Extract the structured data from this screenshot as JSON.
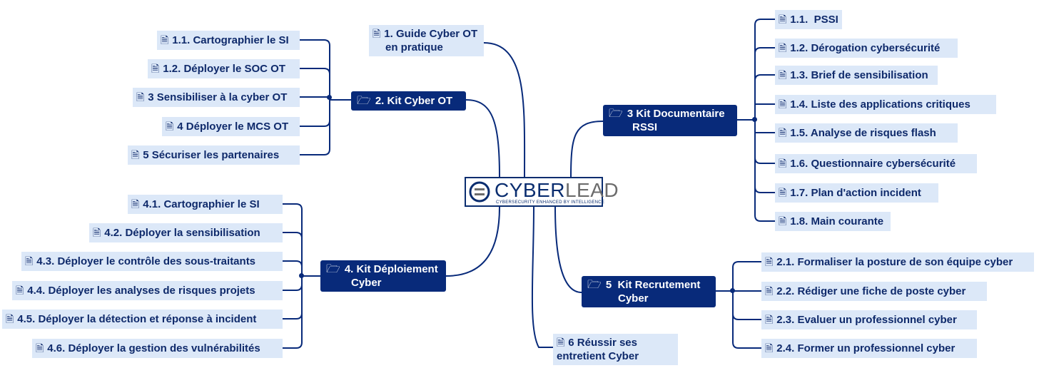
{
  "center": {
    "logo_part1": "CYBER",
    "logo_part2": "LEAD",
    "tagline": "CYBERSECURITY ENHANCED BY INTELLIGENCE"
  },
  "branches": {
    "guide": {
      "line1": "1. Guide Cyber OT",
      "line2": "en pratique"
    },
    "kit_ot": {
      "title": "2. Kit Cyber OT",
      "items": [
        "1.1. Cartographier le SI",
        "1.2. Déployer le SOC OT",
        "3 Sensibiliser à la cyber OT",
        "4 Déployer le MCS OT",
        "5 Sécuriser les partenaires"
      ]
    },
    "kit_doc": {
      "line1": "3 Kit Documentaire",
      "line2": "RSSI",
      "items": [
        "1.1.  PSSI",
        "1.2. Dérogation cybersécurité",
        "1.3. Brief de sensibilisation",
        "1.4. Liste des applications critiques",
        "1.5. Analyse de risques flash",
        "1.6. Questionnaire cybersécurité",
        "1.7. Plan d'action incident",
        "1.8. Main courante"
      ]
    },
    "kit_deploy": {
      "line1": "4. Kit Déploiement",
      "line2": "Cyber",
      "items": [
        "4.1. Cartographier le SI",
        "4.2. Déployer la sensibilisation",
        "4.3. Déployer le contrôle des sous-traitants",
        "4.4. Déployer les analyses de risques projets",
        "4.5. Déployer la détection et réponse à incident",
        "4.6. Déployer la gestion des vulnérabilités"
      ]
    },
    "kit_recrut": {
      "line1": "5  Kit Recrutement",
      "line2": "Cyber",
      "items": [
        "2.1. Formaliser la posture de son équipe cyber",
        "2.2. Rédiger une fiche de poste cyber",
        "2.3. Evaluer un professionnel cyber",
        "2.4. Former un professionnel cyber"
      ]
    },
    "interview": {
      "line1": "6 Réussir ses",
      "line2": "entretient Cyber"
    }
  },
  "colors": {
    "hub": "#082a7a",
    "leaf": "#dce8f8",
    "text": "#0f2a6b",
    "line": "#082a7a"
  },
  "icons": {
    "leaf": "document-icon",
    "hub": "folder-open-icon"
  }
}
